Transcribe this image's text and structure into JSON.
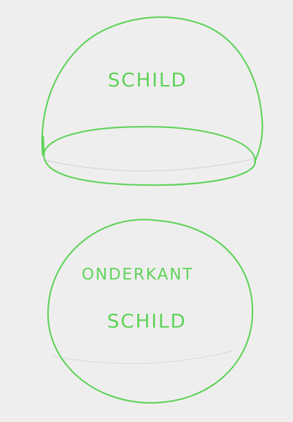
{
  "colors": {
    "paper": "#efeeee",
    "ink": "#5fd35a",
    "pencil": "#cfcfcf"
  },
  "shield": {
    "label": "SCHILD"
  },
  "bottom": {
    "label_line1": "ONDERKANT",
    "label_line2": "SCHILD"
  }
}
